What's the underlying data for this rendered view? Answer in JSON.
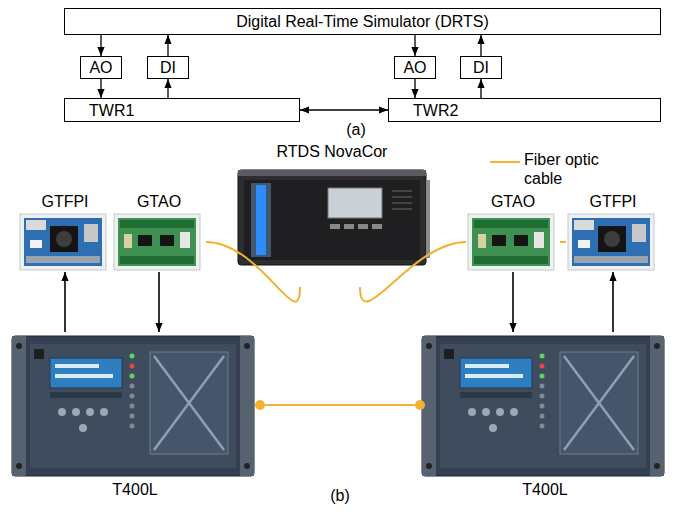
{
  "diagram": {
    "nodes": [
      {
        "text": [
          "Digital Real-Time Simulator (DRTS)"
        ]
      },
      {
        "text": [
          "AO"
        ]
      },
      {
        "text": [
          "DI"
        ]
      },
      {
        "text": [
          "AO"
        ]
      },
      {
        "text": [
          "DI"
        ]
      },
      {
        "text": [
          "TWR1"
        ]
      },
      {
        "text": [
          "TWR2"
        ]
      },
      {
        "text": [
          "RTDS NovaCor"
        ]
      },
      {
        "text": [
          "GTFPI"
        ]
      },
      {
        "text": [
          "GTAO"
        ]
      },
      {
        "text": [
          "GTAO"
        ]
      },
      {
        "text": [
          "GTFPI"
        ]
      },
      {
        "text": [
          "T400L"
        ]
      },
      {
        "text": [
          "T400L"
        ]
      }
    ],
    "edges": [
      {
        "from": 0,
        "to": 1,
        "arrow": "to"
      },
      {
        "from": 1,
        "to": 5,
        "arrow": "to"
      },
      {
        "from": 5,
        "to": 2,
        "arrow": "to"
      },
      {
        "from": 2,
        "to": 0,
        "arrow": "to"
      },
      {
        "from": 0,
        "to": 3,
        "arrow": "to"
      },
      {
        "from": 3,
        "to": 6,
        "arrow": "to"
      },
      {
        "from": 6,
        "to": 4,
        "arrow": "to"
      },
      {
        "from": 4,
        "to": 0,
        "arrow": "to"
      },
      {
        "from": 5,
        "to": 6,
        "arrow": "both"
      },
      {
        "from": 9,
        "to": 7,
        "arrow": "none"
      },
      {
        "from": 7,
        "to": 10,
        "arrow": "none"
      },
      {
        "from": 10,
        "to": 11,
        "arrow": "none"
      },
      {
        "from": 12,
        "to": 8,
        "arrow": "to"
      },
      {
        "from": 9,
        "to": 12,
        "arrow": "to"
      },
      {
        "from": 10,
        "to": 13,
        "arrow": "to"
      },
      {
        "from": 13,
        "to": 11,
        "arrow": "to"
      },
      {
        "from": 12,
        "to": 13,
        "arrow": "none"
      }
    ],
    "labels": [
      "(a)",
      "(b)"
    ],
    "legend": [
      {
        "text": "Fiber optic cable"
      }
    ]
  }
}
